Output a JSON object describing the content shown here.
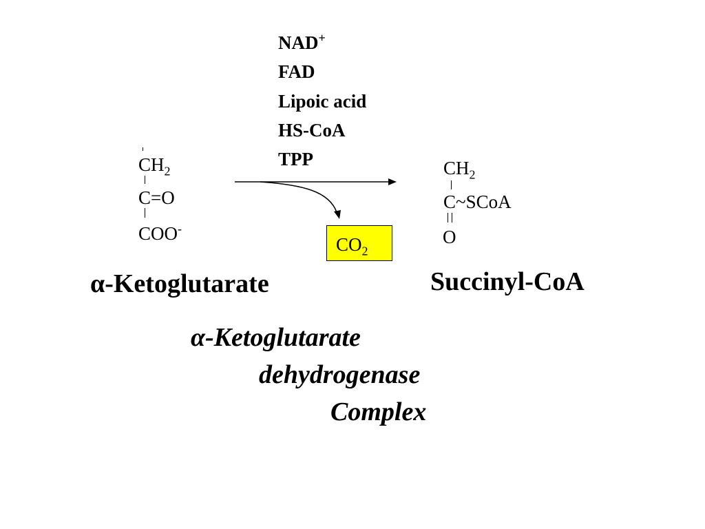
{
  "cofactors": [
    "NAD",
    "FAD",
    "Lipoic acid",
    "HS-CoA",
    "TPP"
  ],
  "nad_charge": "+",
  "substrate": {
    "ch2_main": "CH",
    "ch2_sub": "2",
    "carbonyl": "C=O",
    "carboxyl_main": "COO",
    "carboxyl_sup": "-",
    "name_symbol": "α",
    "name_text": "-Ketoglutarate"
  },
  "product": {
    "ch2_main": "CH",
    "ch2_sub": "2",
    "thioester": "C~SCoA",
    "oxygen": "O",
    "name": "Succinyl-CoA"
  },
  "byproduct": {
    "main": "CO",
    "sub": "2",
    "box_color": "#ffff00"
  },
  "enzyme": {
    "line1_symbol": "α",
    "line1_text": "-Ketoglutarate",
    "line2": "dehydrogenase",
    "line3": "Complex"
  }
}
